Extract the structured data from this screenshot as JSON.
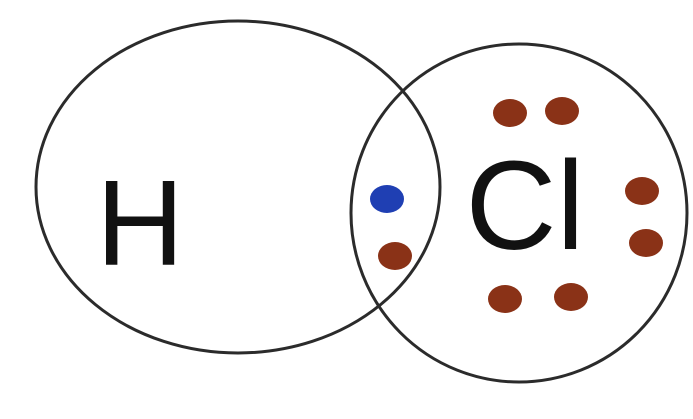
{
  "diagram": {
    "atoms": [
      {
        "symbol": "H"
      },
      {
        "symbol": "Cl"
      }
    ],
    "electron_colors": {
      "hydrogen": "#1f3fb3",
      "chlorine": "#8a3217"
    },
    "electron_counts": {
      "hydrogen": 1,
      "chlorine": 7
    }
  }
}
